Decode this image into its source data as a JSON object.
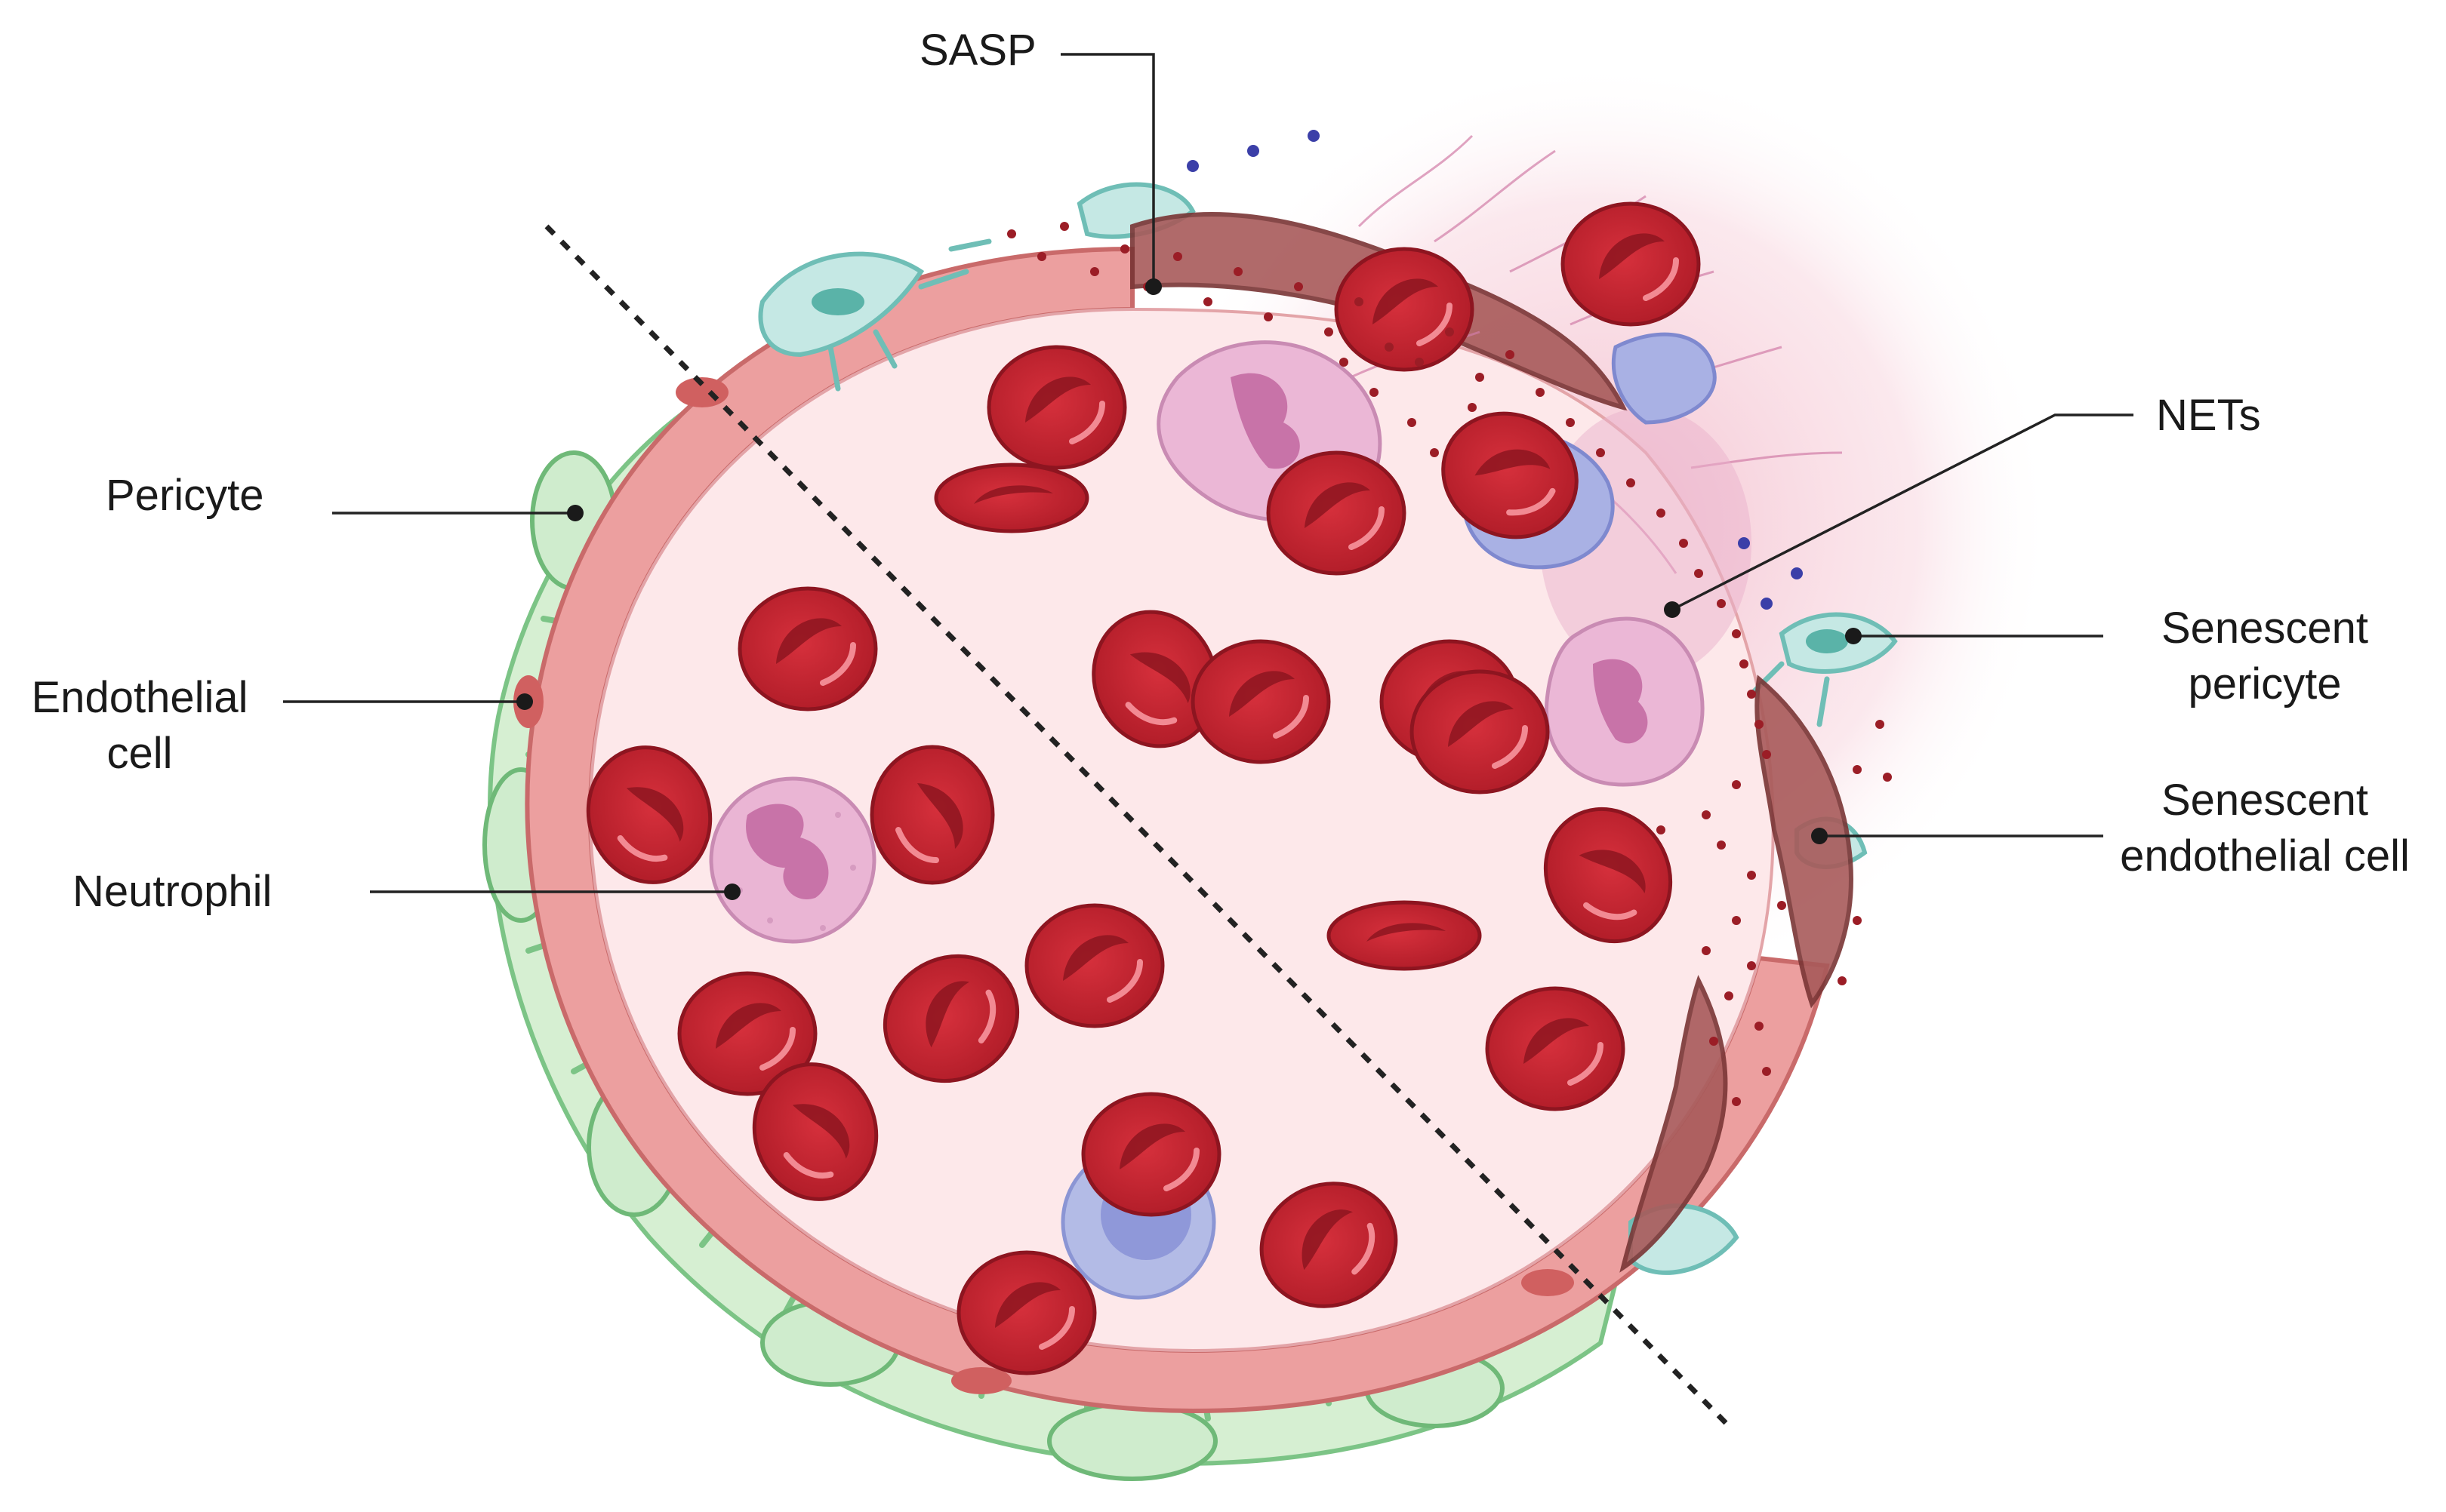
{
  "labels": {
    "sasp": "SASP",
    "nets": "NETs",
    "pericyte": "Pericyte",
    "endothelial_line1": "Endothelial",
    "endothelial_line2": "cell",
    "neutrophil": "Neutrophil",
    "senescent_pericyte_line1": "Senescent",
    "senescent_pericyte_line2": "pericyte",
    "senescent_endothelial_line1": "Senescent",
    "senescent_endothelial_line2": "endothelial cell"
  },
  "colors": {
    "rbc": "#c0222f",
    "rbc_dark": "#8d1520",
    "lumen": "#fde8ea",
    "endothelium": "#e79a9a",
    "pericyte": "#cfeccd",
    "senescent_pericyte": "#bfe6e2",
    "senescent_endothelium": "#9c4e4e",
    "neutrophil": "#e9b4d6",
    "lymphocyte": "#aab3e3",
    "net_haze": "#f3c6d8"
  }
}
